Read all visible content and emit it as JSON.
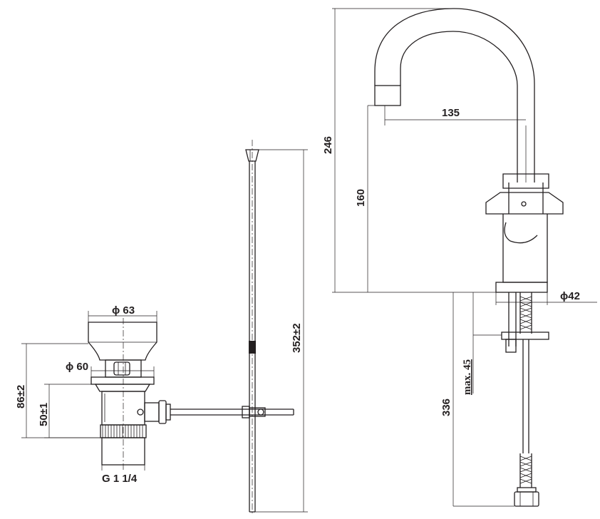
{
  "dimensions": {
    "waste_top_diameter": "ϕ 63",
    "waste_flange_diameter": "ϕ 60",
    "waste_total_height": "86±2",
    "waste_body_height": "50±1",
    "waste_thread": "G 1 1/4",
    "rod_length": "352±2",
    "spout_reach": "135",
    "tap_total_height": "246",
    "spout_outlet_height": "160",
    "base_diameter": "ϕ42",
    "max_deck_thickness": "max. 45",
    "hose_length": "336"
  }
}
